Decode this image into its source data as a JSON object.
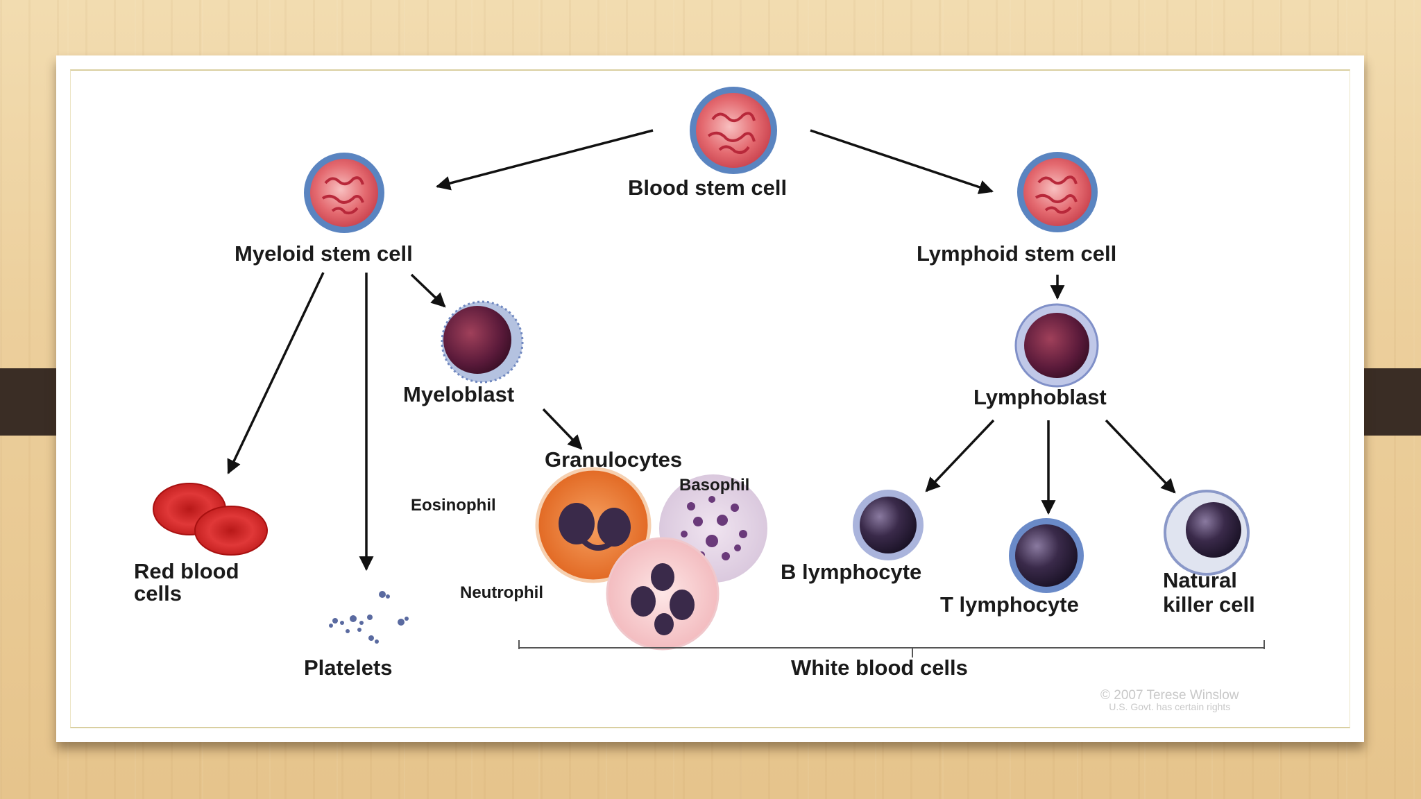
{
  "diagram": {
    "nodes": {
      "blood_stem_cell": "Blood stem cell",
      "myeloid_stem_cell": "Myeloid stem cell",
      "lymphoid_stem_cell": "Lymphoid stem cell",
      "myeloblast": "Myeloblast",
      "lymphoblast": "Lymphoblast",
      "granulocytes": "Granulocytes",
      "eosinophil": "Eosinophil",
      "basophil": "Basophil",
      "neutrophil": "Neutrophil",
      "red_blood_cells_line1": "Red blood",
      "red_blood_cells_line2": "cells",
      "platelets": "Platelets",
      "b_lymphocyte": "B lymphocyte",
      "t_lymphocyte": "T lymphocyte",
      "nk_line1": "Natural",
      "nk_line2": "killer cell",
      "white_blood_cells": "White blood cells"
    },
    "credit": {
      "line1": "© 2007 Terese Winslow",
      "line2": "U.S. Govt. has certain rights"
    }
  },
  "colors": {
    "stem_cell_fill": "#e0606a",
    "stem_cell_ring": "#4a78b8",
    "blast_fill": "#5a1a3a",
    "red_blood_cell": "#d42a2a",
    "eosinophil": "#e8722c",
    "basophil": "#7a4a8a",
    "neutrophil": "#f4c0c4",
    "lymphocyte": "#2a1f3a",
    "arrow": "#111111"
  }
}
